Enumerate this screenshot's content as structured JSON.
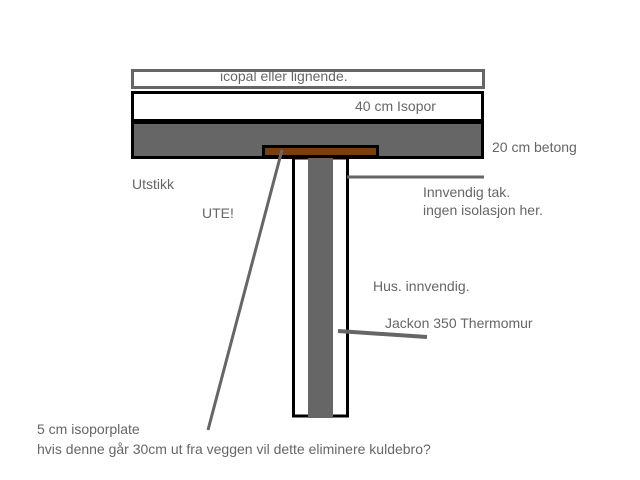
{
  "labels": {
    "icopal": "icopal eller lignende.",
    "isopor": "40 cm  Isopor",
    "betong": "20 cm betong",
    "utstikk": "Utstikk",
    "ute": "UTE!",
    "innvendig_tak_1": "Innvendig tak.",
    "innvendig_tak_2": "ingen isolasjon her.",
    "hus": "Hus. innvendig.",
    "jackon": "Jackon 350 Thermomur",
    "isoporplate_1": "5 cm isoporplate",
    "isoporplate_2": "hvis denne går 30cm ut fra veggen vil dette eliminere kuldebro?"
  },
  "colors": {
    "concrete": "#666666",
    "plate": "#7a3f0c",
    "line": "#666666",
    "outline": "#000000"
  }
}
